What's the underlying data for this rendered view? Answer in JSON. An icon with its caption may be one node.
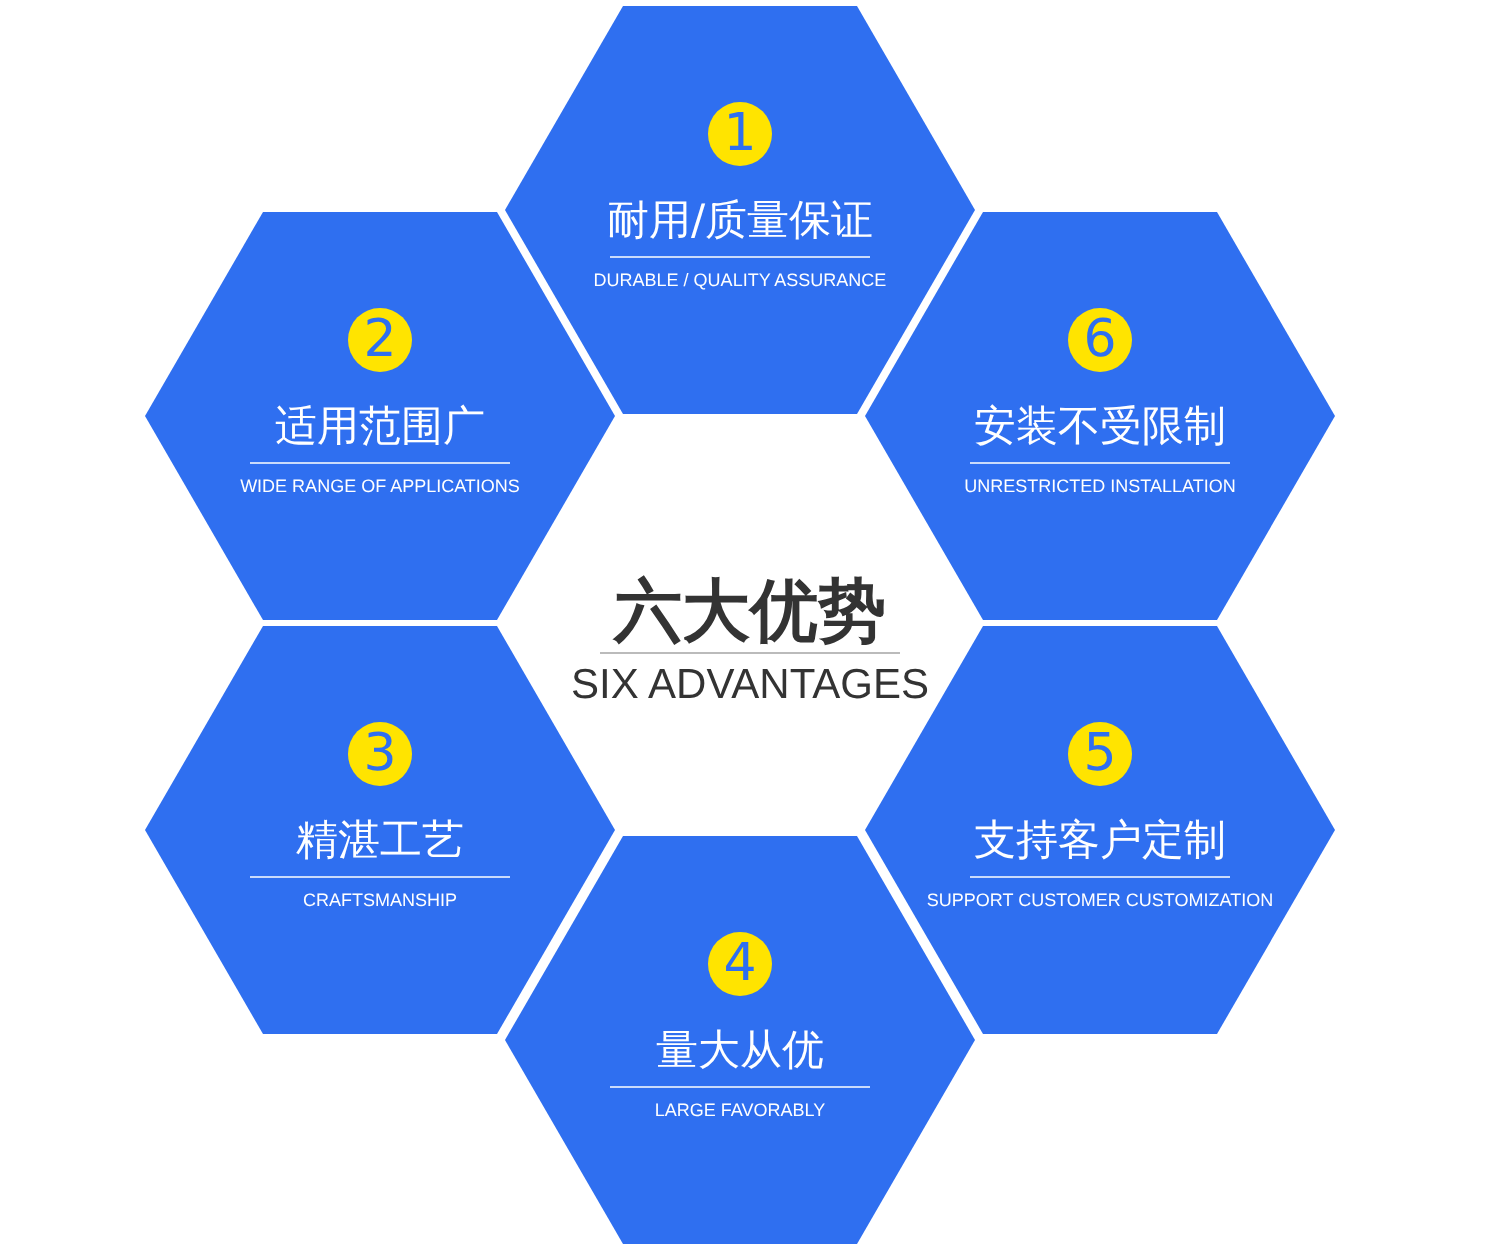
{
  "diagram": {
    "nodes": [
      {
        "text": [
          "耐用/质量保证",
          "DURABLE / QUALITY ASSURANCE"
        ]
      },
      {
        "text": [
          "1"
        ],
        "in": 0
      },
      {
        "text": [
          "适用范围广",
          "WIDE RANGE OF APPLICATIONS"
        ]
      },
      {
        "text": [
          "2"
        ],
        "in": 2
      },
      {
        "text": [
          "安装不受限制",
          "UNRESTRICTED INSTALLATION"
        ]
      },
      {
        "text": [
          "6"
        ],
        "in": 4
      },
      {
        "text": [
          "精湛工艺",
          "CRAFTSMANSHIP"
        ]
      },
      {
        "text": [
          "3"
        ],
        "in": 6
      },
      {
        "text": [
          "支持客户定制",
          "SUPPORT CUSTOMER CUSTOMIZATION"
        ]
      },
      {
        "text": [
          "5"
        ],
        "in": 8
      },
      {
        "text": [
          "量大从优",
          "LARGE FAVORABLY"
        ]
      },
      {
        "text": [
          "4"
        ],
        "in": 10
      }
    ],
    "labels": [
      "六大优势",
      "SIX ADVANTAGES"
    ]
  }
}
